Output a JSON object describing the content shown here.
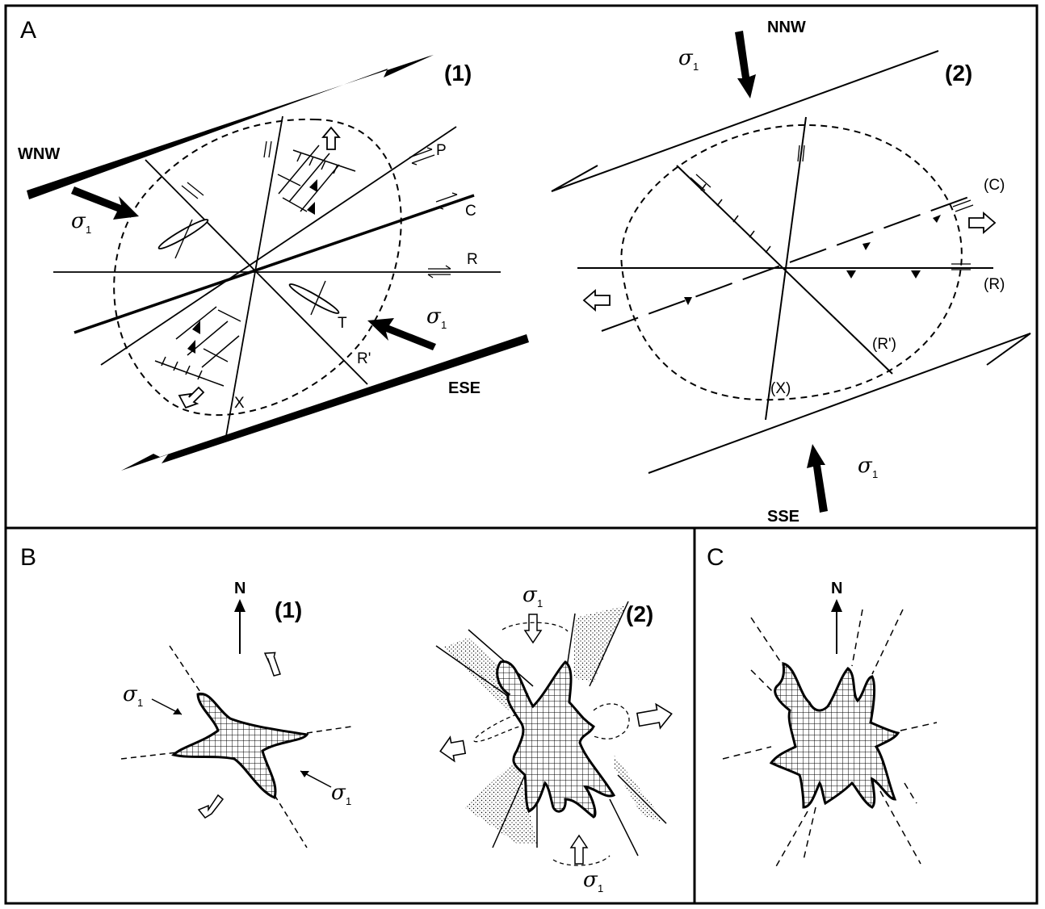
{
  "panel_A": {
    "label": "A",
    "sub1": {
      "label": "(1)",
      "dir_left": "WNW",
      "dir_right": "ESE",
      "sigma": "σ",
      "sigma_sub": "1",
      "fractures": {
        "P": "P",
        "C": "C",
        "R": "R",
        "T": "T",
        "Rp": "R'",
        "X": "X"
      }
    },
    "sub2": {
      "label": "(2)",
      "dir_top": "NNW",
      "dir_bottom": "SSE",
      "sigma": "σ",
      "sigma_sub": "1",
      "fractures": {
        "C": "(C)",
        "R": "(R)",
        "Rp": "(R')",
        "X": "(X)"
      }
    }
  },
  "panel_B": {
    "label": "B",
    "sub1": {
      "label": "(1)",
      "north": "N",
      "sigma": "σ",
      "sigma_sub": "1"
    },
    "sub2": {
      "label": "(2)",
      "sigma": "σ",
      "sigma_sub": "1"
    }
  },
  "panel_C": {
    "label": "C",
    "north": "N"
  },
  "colors": {
    "ink": "#000000",
    "paper": "#ffffff"
  }
}
